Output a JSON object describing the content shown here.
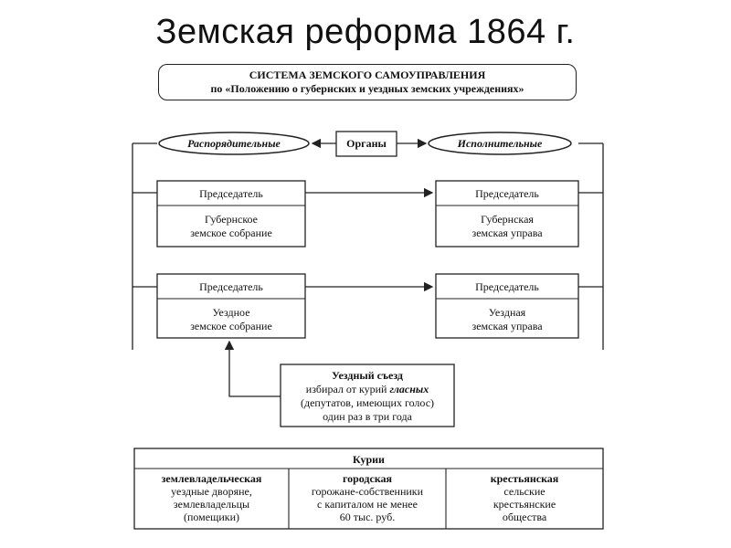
{
  "title": "Земская реформа 1864 г.",
  "header": {
    "line1": "СИСТЕМА ЗЕМСКОГО САМОУПРАВЛЕНИЯ",
    "line2": "по «Положению о губернских и уездных земских учреждениях»"
  },
  "organs": {
    "center": "Органы",
    "left": "Распорядительные",
    "right": "Исполнительные"
  },
  "admin": {
    "gub_chair": "Председатель",
    "gub_line1": "Губернское",
    "gub_line2": "земское собрание",
    "uezd_chair": "Председатель",
    "uezd_line1": "Уездное",
    "uezd_line2": "земское собрание"
  },
  "exec": {
    "gub_chair": "Председатель",
    "gub_line1": "Губернская",
    "gub_line2": "земская управа",
    "uezd_chair": "Председатель",
    "uezd_line1": "Уездная",
    "uezd_line2": "земская управа"
  },
  "congress": {
    "title": "Уездный съезд",
    "line1_a": "избирал от курий ",
    "line1_b": "гласных",
    "line2": "(депутатов, имеющих голос)",
    "line3": "один раз в три года"
  },
  "curiae": {
    "title": "Курии",
    "columns": [
      {
        "name": "землевладельческая",
        "lines": [
          "уездные дворяне,",
          "землевладельцы",
          "(помещики)"
        ]
      },
      {
        "name": "городская",
        "lines": [
          "горожане-собственники",
          "с капиталом не менее",
          "60 тыс. руб."
        ]
      },
      {
        "name": "крестьянская",
        "lines": [
          "сельские",
          "крестьянские",
          "общества"
        ]
      }
    ]
  }
}
